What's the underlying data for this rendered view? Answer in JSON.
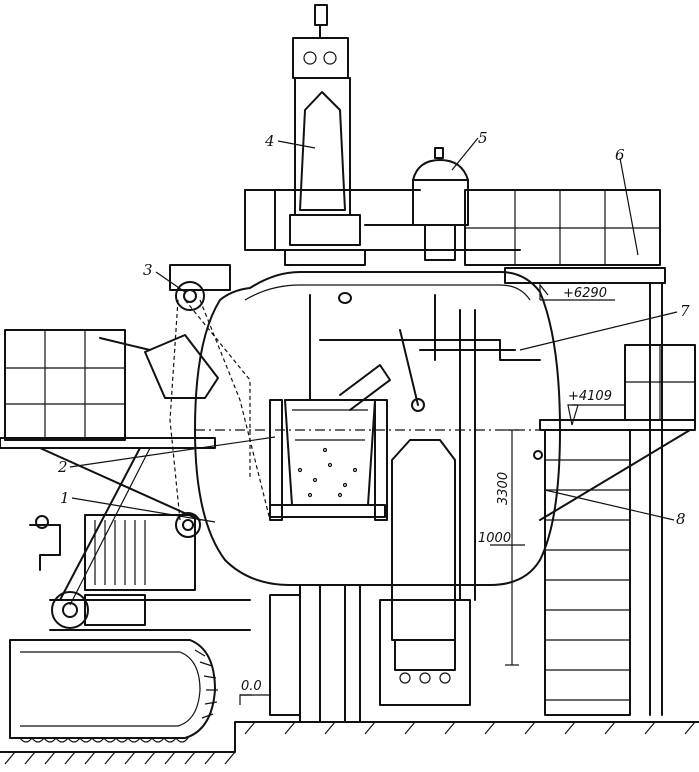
{
  "callouts": [
    "1",
    "2",
    "3",
    "4",
    "5",
    "6",
    "7",
    "8"
  ],
  "elevations": [
    "+6290",
    "+4109",
    "0.0"
  ],
  "dimensions": [
    "3300",
    "1000"
  ]
}
